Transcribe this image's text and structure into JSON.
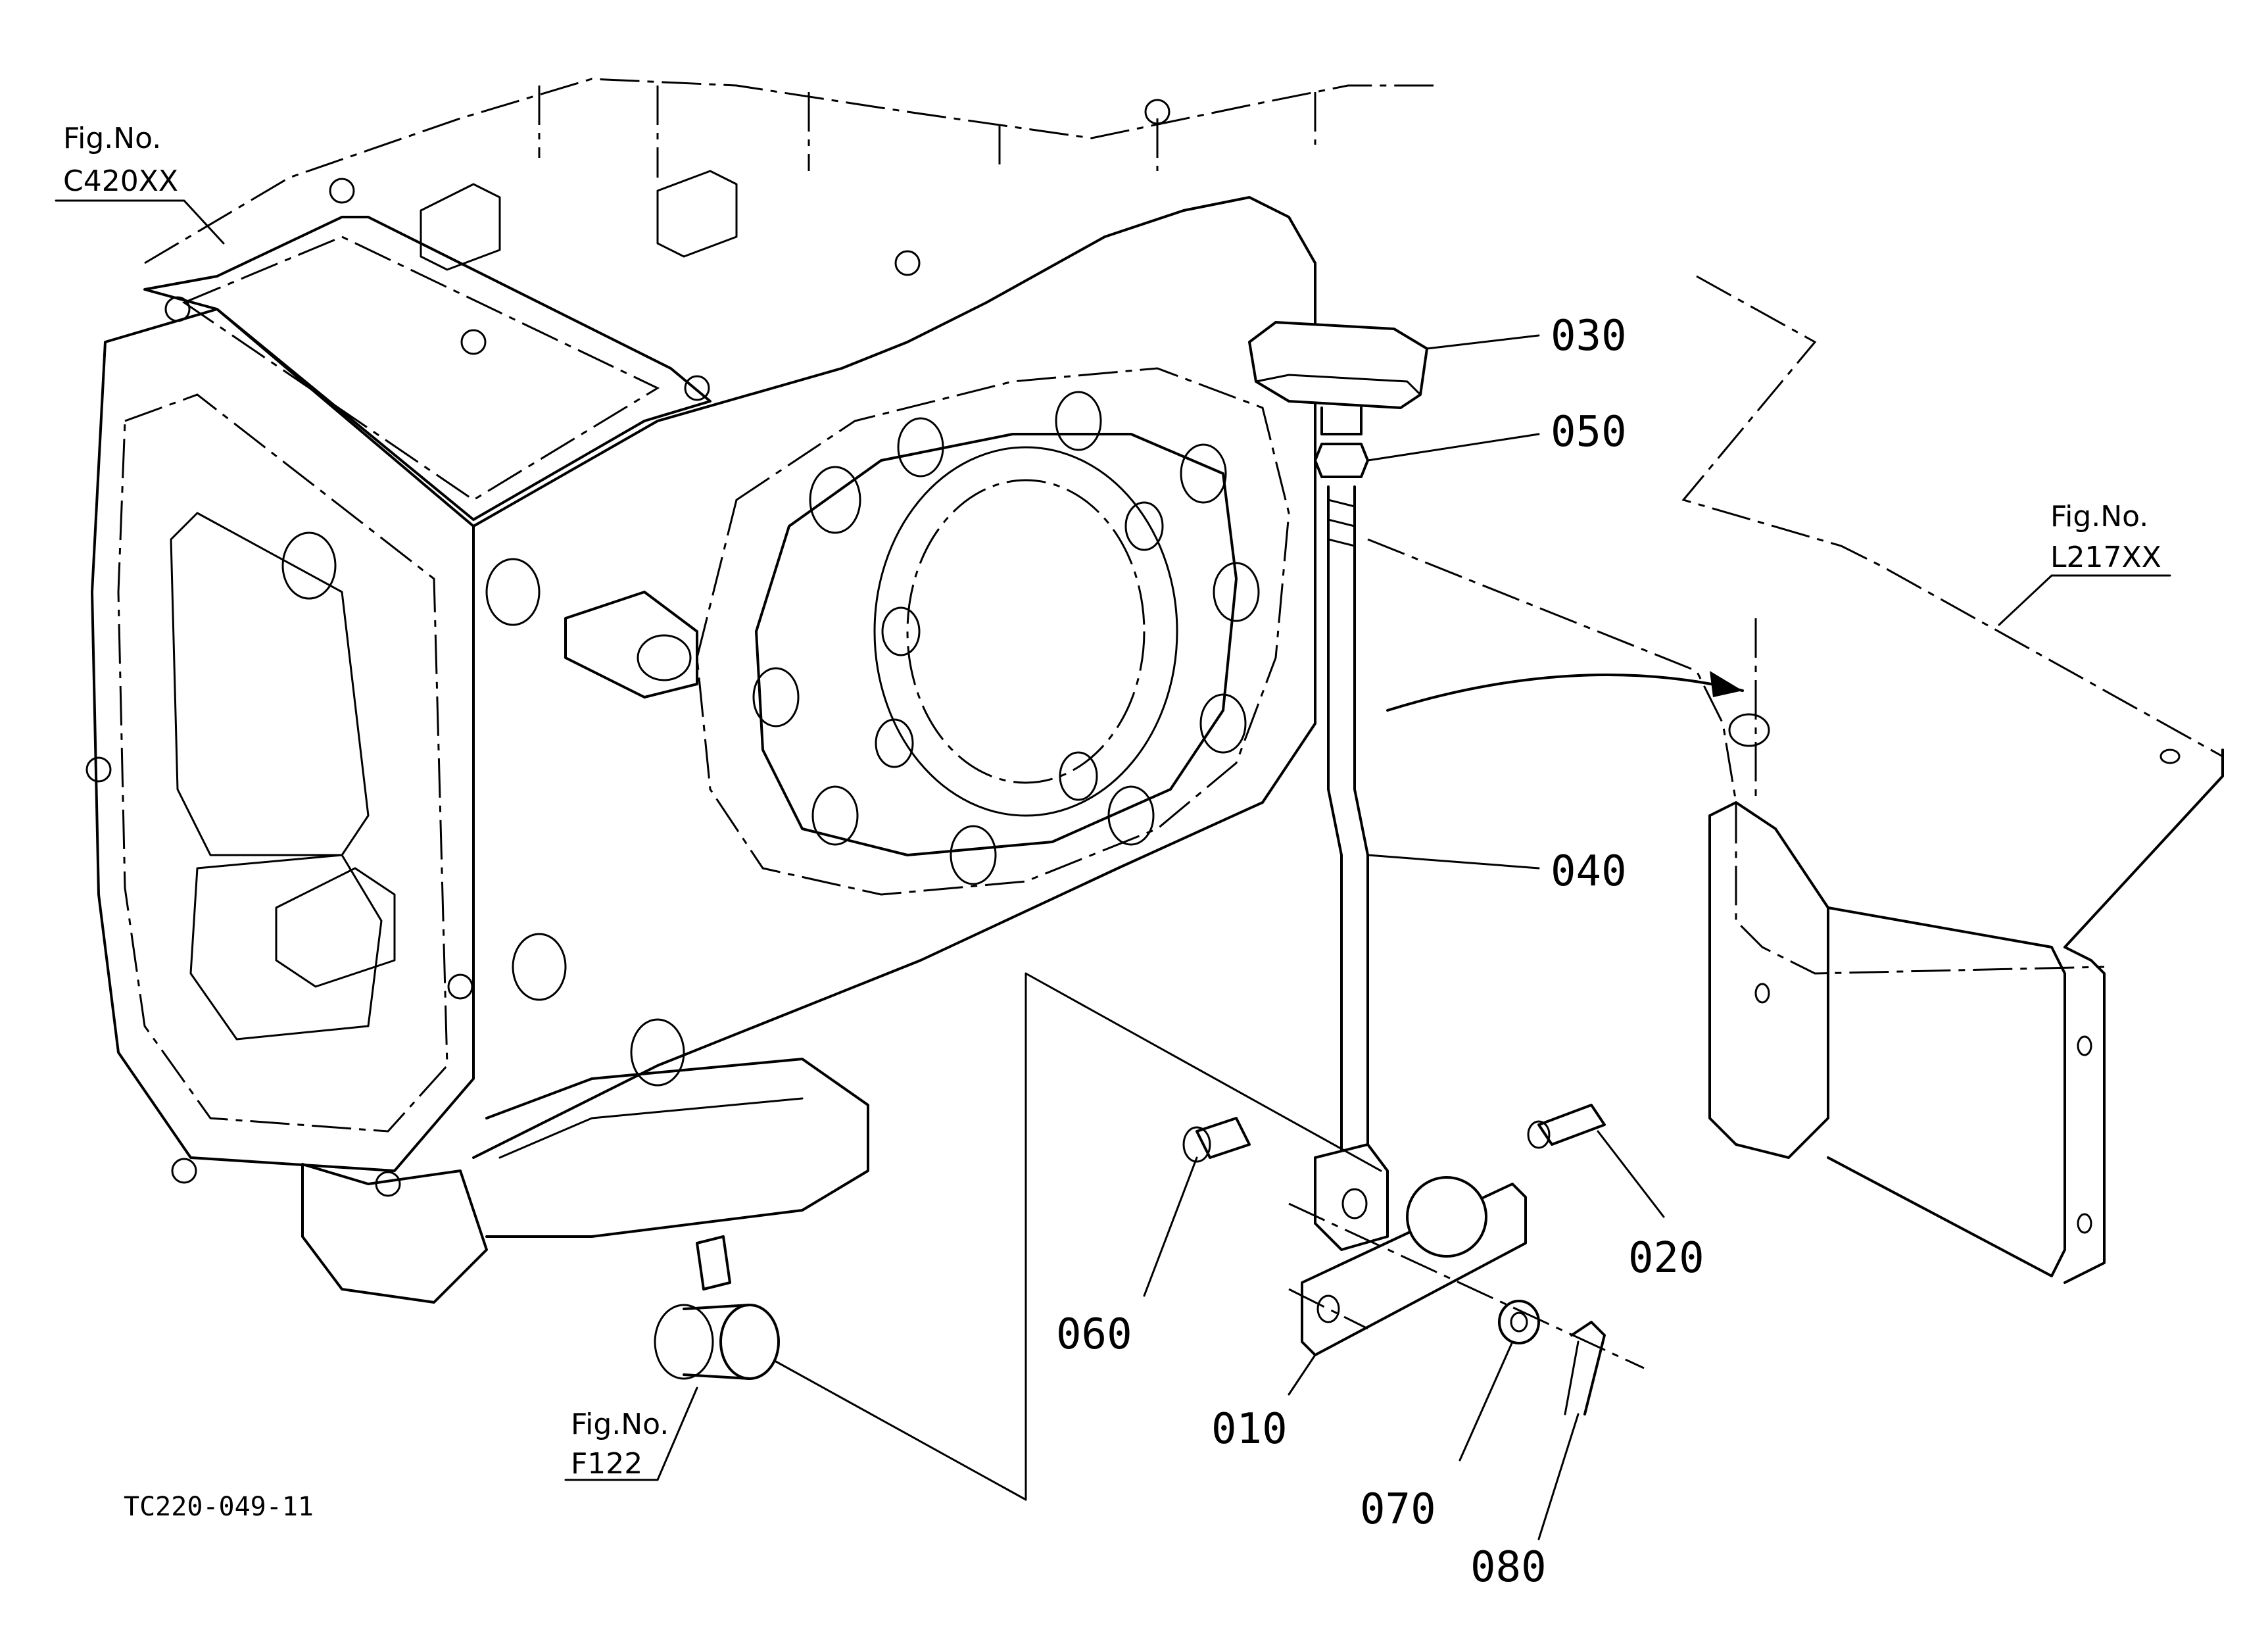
{
  "figure_refs": [
    {
      "id": "c420",
      "line1": "Fig.No.",
      "line2": "C420XX"
    },
    {
      "id": "l217",
      "line1": "Fig.No.",
      "line2": "L217XX"
    },
    {
      "id": "f122",
      "line1": "Fig.No.",
      "line2": "F122"
    }
  ],
  "parts": [
    {
      "id": "p030",
      "number": "030"
    },
    {
      "id": "p050",
      "number": "050"
    },
    {
      "id": "p040",
      "number": "040"
    },
    {
      "id": "p020",
      "number": "020"
    },
    {
      "id": "p060",
      "number": "060"
    },
    {
      "id": "p010",
      "number": "010"
    },
    {
      "id": "p070",
      "number": "070"
    },
    {
      "id": "p080",
      "number": "080"
    }
  ],
  "drawing_code": "TC220-049-11"
}
